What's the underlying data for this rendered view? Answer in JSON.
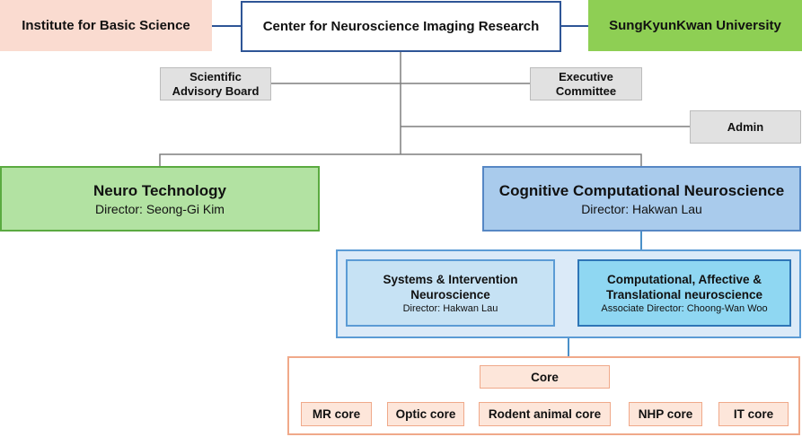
{
  "colors": {
    "ibs_fill": "#fadbd0",
    "center_border": "#2e5596",
    "skku_fill": "#8ecf54",
    "gray_fill": "#e1e1e1",
    "gray_border": "#bcbcbc",
    "neuro_fill": "#b2e2a2",
    "neuro_border": "#5aaa40",
    "ccn_fill": "#a9cbec",
    "ccn_border": "#5687c4",
    "sub_fill": "#c6e2f4",
    "comp_fill": "#8fd7f2",
    "core_border": "#f0a98a",
    "core_fill": "#fde6da",
    "line": "#7f7f7f",
    "blue_line": "#4a90c8",
    "peach_line": "#f0a98a"
  },
  "top": {
    "ibs": "Institute for Basic Science",
    "center": "Center for Neuroscience Imaging Research",
    "skku": "SungKyunKwan University"
  },
  "advisory": {
    "scientific_line1": "Scientific",
    "scientific_line2": "Advisory Board",
    "executive_line1": "Executive",
    "executive_line2": "Committee",
    "admin": "Admin"
  },
  "divisions": {
    "neuro_title": "Neuro Technology",
    "neuro_director": "Director:  Seong-Gi  Kim",
    "ccn_title": "Cognitive Computational Neuroscience",
    "ccn_director": "Director:  Hakwan  Lau"
  },
  "subdivisions": {
    "sin_line1": "Systems & Intervention",
    "sin_line2": "Neuroscience",
    "sin_director": "Director: Hakwan Lau",
    "catn_line1": "Computational, Affective &",
    "catn_line2": "Translational neuroscience",
    "catn_director": "Associate Director: Choong-Wan Woo"
  },
  "core": {
    "title": "Core",
    "items": [
      "MR core",
      "Optic core",
      "Rodent animal core",
      "NHP core",
      "IT core"
    ]
  }
}
